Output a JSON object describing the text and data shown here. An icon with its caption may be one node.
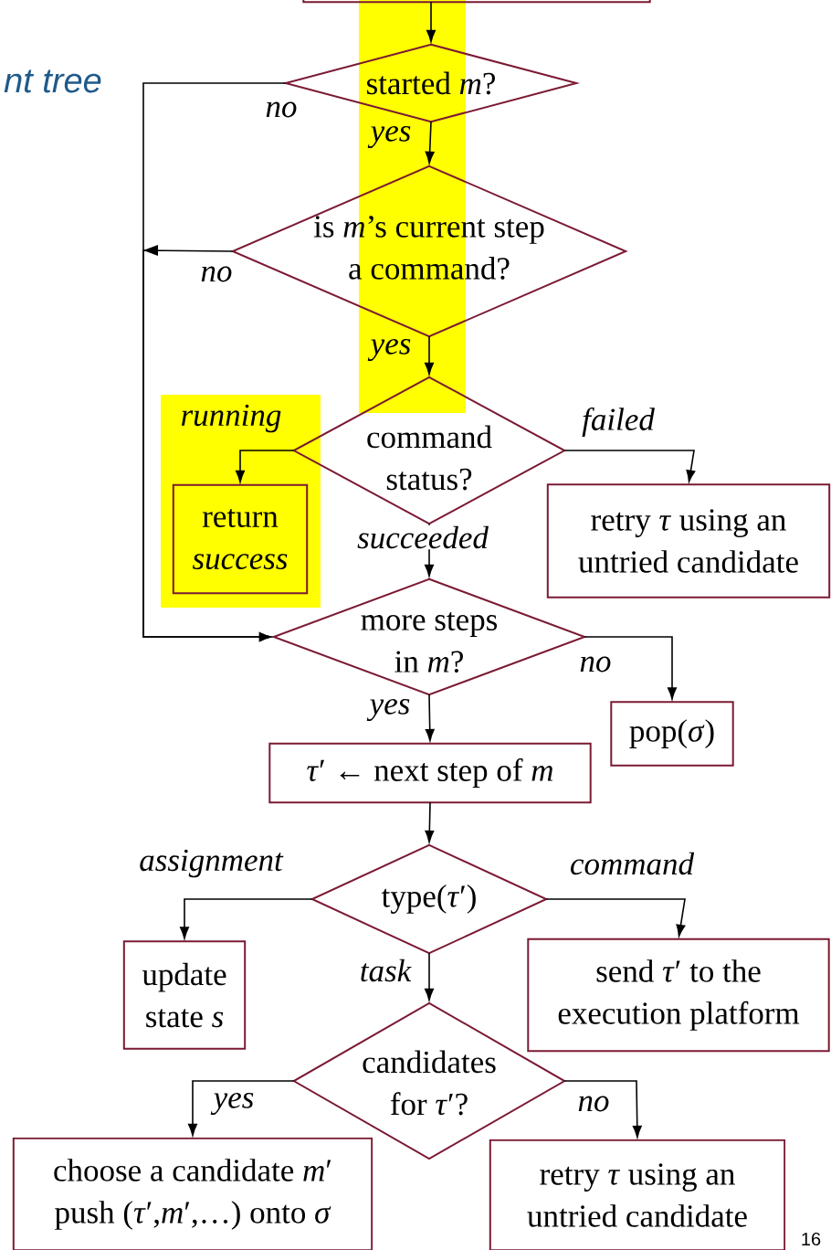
{
  "diagram": {
    "title": "nt tree",
    "nodes": [
      {
        "text": [],
        "shape": "box"
      },
      {
        "text": [
          "started *m*?"
        ]
      },
      {
        "text": [
          "is *m*’s current step a command?"
        ]
      },
      {
        "text": [
          "command status?"
        ]
      },
      {
        "text": [
          "return *success*"
        ]
      },
      {
        "text": [
          "retry *τ* using an untried candidate"
        ]
      },
      {
        "text": [
          "more steps in *m*?"
        ]
      },
      {
        "text": [
          "pop(*σ*)"
        ]
      },
      {
        "text": [
          "*τ*′ ← next step of *m*"
        ]
      },
      {
        "text": [
          "type(*τ*′)"
        ]
      },
      {
        "text": [
          "update state *s*"
        ]
      },
      {
        "text": [
          "send *τ*′ to the execution platform"
        ]
      },
      {
        "text": [
          "candidates for *τ*′?"
        ]
      },
      {
        "text": [
          "choose a candidate *m*′ push (*τ*′,*m*′,…) onto *σ*"
        ]
      },
      {
        "text": [
          "retry *τ* using an untried candidate"
        ]
      }
    ],
    "edges": [
      {
        "from": 0,
        "to": 1,
        "arrow": "to"
      },
      {
        "from": 1,
        "to": 2,
        "arrow": "to",
        "label": "yes"
      },
      {
        "from": 1,
        "to": 6,
        "arrow": "to",
        "label": "no"
      },
      {
        "from": 2,
        "to": 6,
        "arrow": "to",
        "label": "no"
      },
      {
        "from": 2,
        "to": 3,
        "arrow": "to",
        "label": "yes"
      },
      {
        "from": 3,
        "to": 4,
        "arrow": "to",
        "label": "running"
      },
      {
        "from": 3,
        "to": 5,
        "arrow": "to",
        "label": "failed"
      },
      {
        "from": 3,
        "to": 6,
        "arrow": "to",
        "label": "succeeded"
      },
      {
        "from": 6,
        "to": 7,
        "arrow": "to",
        "label": "no"
      },
      {
        "from": 6,
        "to": 8,
        "arrow": "to",
        "label": "yes"
      },
      {
        "from": 8,
        "to": 9,
        "arrow": "to"
      },
      {
        "from": 9,
        "to": 10,
        "arrow": "to",
        "label": "assignment"
      },
      {
        "from": 9,
        "to": 11,
        "arrow": "to",
        "label": "command"
      },
      {
        "from": 9,
        "to": 12,
        "arrow": "to",
        "label": "task"
      },
      {
        "from": 12,
        "to": 13,
        "arrow": "to",
        "label": "yes"
      },
      {
        "from": 12,
        "to": 14,
        "arrow": "to",
        "label": "no"
      }
    ],
    "labels": [
      "16"
    ]
  }
}
